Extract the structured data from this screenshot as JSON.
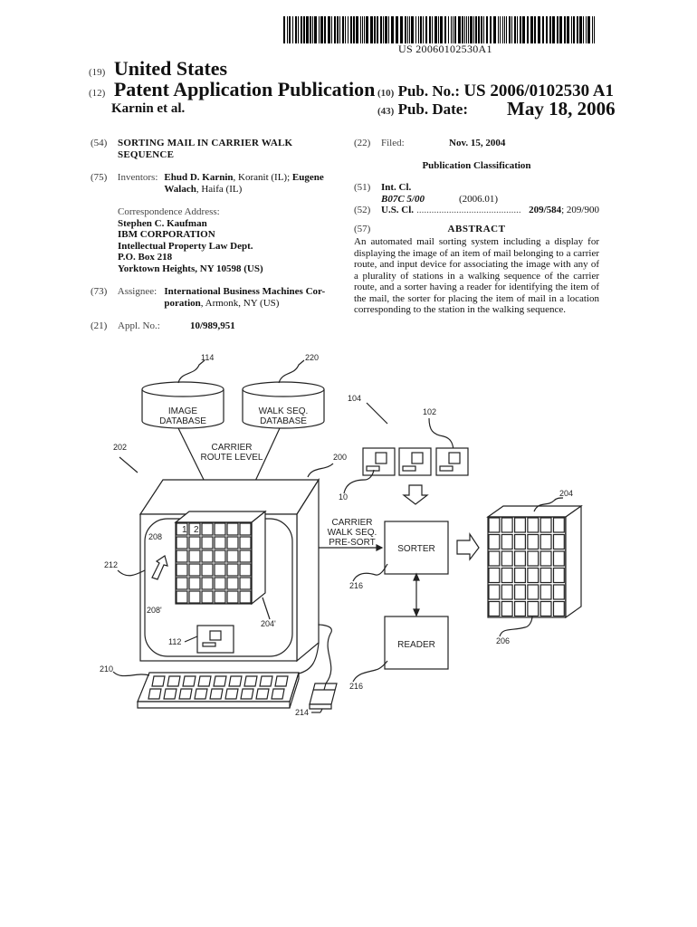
{
  "barcode": {
    "number": "US 20060102530A1"
  },
  "header": {
    "country_code": "(19)",
    "country": "United States",
    "type_code": "(12)",
    "type": "Patent Application Publication",
    "authors": "Karnin et al.",
    "pub_no_code": "(10)",
    "pub_no_label": "Pub. No.:",
    "pub_no": "US 2006/0102530 A1",
    "pub_date_code": "(43)",
    "pub_date_label": "Pub. Date:",
    "pub_date": "May 18, 2006"
  },
  "left_column": {
    "title_code": "(54)",
    "title_line1": "SORTING MAIL IN CARRIER WALK",
    "title_line2": "SEQUENCE",
    "inventors_code": "(75)",
    "inventors_label": "Inventors:",
    "inventor1_name": "Ehud D. Karnin",
    "inventor1_loc": ", Koranit (IL); ",
    "inventor2_name_part1": "Eugene",
    "inventor2_name_part2": "Walach",
    "inventor2_loc": ", Haifa (IL)",
    "corr_label": "Correspondence Address:",
    "corr_lines": [
      "Stephen C. Kaufman",
      "IBM CORPORATION",
      "Intellectual Property Law Dept.",
      "P.O. Box 218",
      "Yorktown Heights, NY 10598 (US)"
    ],
    "assignee_code": "(73)",
    "assignee_label": "Assignee:",
    "assignee_name1": "International Business Machines Cor-",
    "assignee_name2": "poration",
    "assignee_loc": ", Armonk, NY (US)",
    "appl_code": "(21)",
    "appl_label": "Appl. No.:",
    "appl_no": "10/989,951"
  },
  "right_column": {
    "filed_code": "(22)",
    "filed_label": "Filed:",
    "filed_date": "Nov. 15, 2004",
    "pub_class_heading": "Publication Classification",
    "intcl_code": "(51)",
    "intcl_label": "Int. Cl.",
    "intcl_class": "B07C 5/00",
    "intcl_version": "(2006.01)",
    "uscl_code": "(52)",
    "uscl_label": "U.S. Cl.",
    "uscl_dots": "..........................................",
    "uscl_main": "209/584",
    "uscl_other": "; 209/900",
    "abstract_code": "(57)",
    "abstract_heading": "ABSTRACT",
    "abstract_text": "An automated mail sorting system including a display for displaying the image of an item of mail belonging to a carrier route, and input device for associating the image with any of a plurality of stations in a walking sequence of the carrier route, and a sorter having a reader for identifying the item of the mail, the sorter for placing the item of mail in a location corresponding to the station in the walking sequence."
  },
  "figure": {
    "db1_line1": "IMAGE",
    "db1_line2": "DATABASE",
    "db2_line1": "WALK SEQ.",
    "db2_line2": "DATABASE",
    "route_line1": "CARRIER",
    "route_line2": "ROUTE LEVEL",
    "presort_line1": "CARRIER",
    "presort_line2": "WALK SEQ.",
    "presort_line3": "PRE-SORT",
    "sorter": "SORTER",
    "reader": "READER",
    "bin1": "1",
    "bin2": "2",
    "refs": {
      "r114": "114",
      "r220": "220",
      "r104": "104",
      "r102": "102",
      "r202": "202",
      "r200": "200",
      "r10": "10",
      "r204": "204",
      "r208a": "208",
      "r208b": "208'",
      "r212": "212",
      "r204p": "204'",
      "r216a": "216",
      "r216b": "216",
      "r112": "112",
      "r206": "206",
      "r210": "210",
      "r214": "214"
    }
  }
}
